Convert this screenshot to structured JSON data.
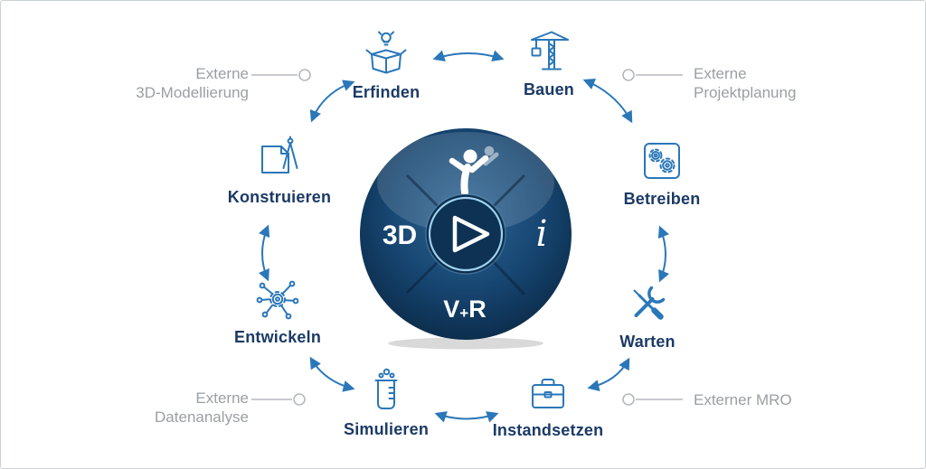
{
  "compass": {
    "left_label": "3D",
    "right_label": "i",
    "bottom": {
      "v": "V",
      "plus": "+",
      "r": "R"
    }
  },
  "stages": [
    {
      "id": "erfinden",
      "label": "Erfinden",
      "icon": "lightbulb-box-icon"
    },
    {
      "id": "bauen",
      "label": "Bauen",
      "icon": "crane-icon"
    },
    {
      "id": "betreiben",
      "label": "Betreiben",
      "icon": "gears-icon"
    },
    {
      "id": "warten",
      "label": "Warten",
      "icon": "tools-icon"
    },
    {
      "id": "instandsetzen",
      "label": "Instandsetzen",
      "icon": "briefcase-icon"
    },
    {
      "id": "simulieren",
      "label": "Simulieren",
      "icon": "beaker-icon"
    },
    {
      "id": "entwickeln",
      "label": "Entwickeln",
      "icon": "network-gear-icon"
    },
    {
      "id": "konstruieren",
      "label": "Konstruieren",
      "icon": "drafting-compass-icon"
    }
  ],
  "externals": [
    {
      "id": "modellierung",
      "line1": "Externe",
      "line2": "3D-Modellierung"
    },
    {
      "id": "projektplanung",
      "line1": "Externe",
      "line2": "Projektplanung"
    },
    {
      "id": "datenanalyse",
      "line1": "Externe",
      "line2": "Datenanalyse"
    },
    {
      "id": "mro",
      "line1": "Externer MRO",
      "line2": ""
    }
  ],
  "colors": {
    "accent_blue": "#2a77b9",
    "label_navy": "#1b3a66",
    "muted_gray": "#9b9fa3",
    "sphere_navy": "#0a2946"
  }
}
